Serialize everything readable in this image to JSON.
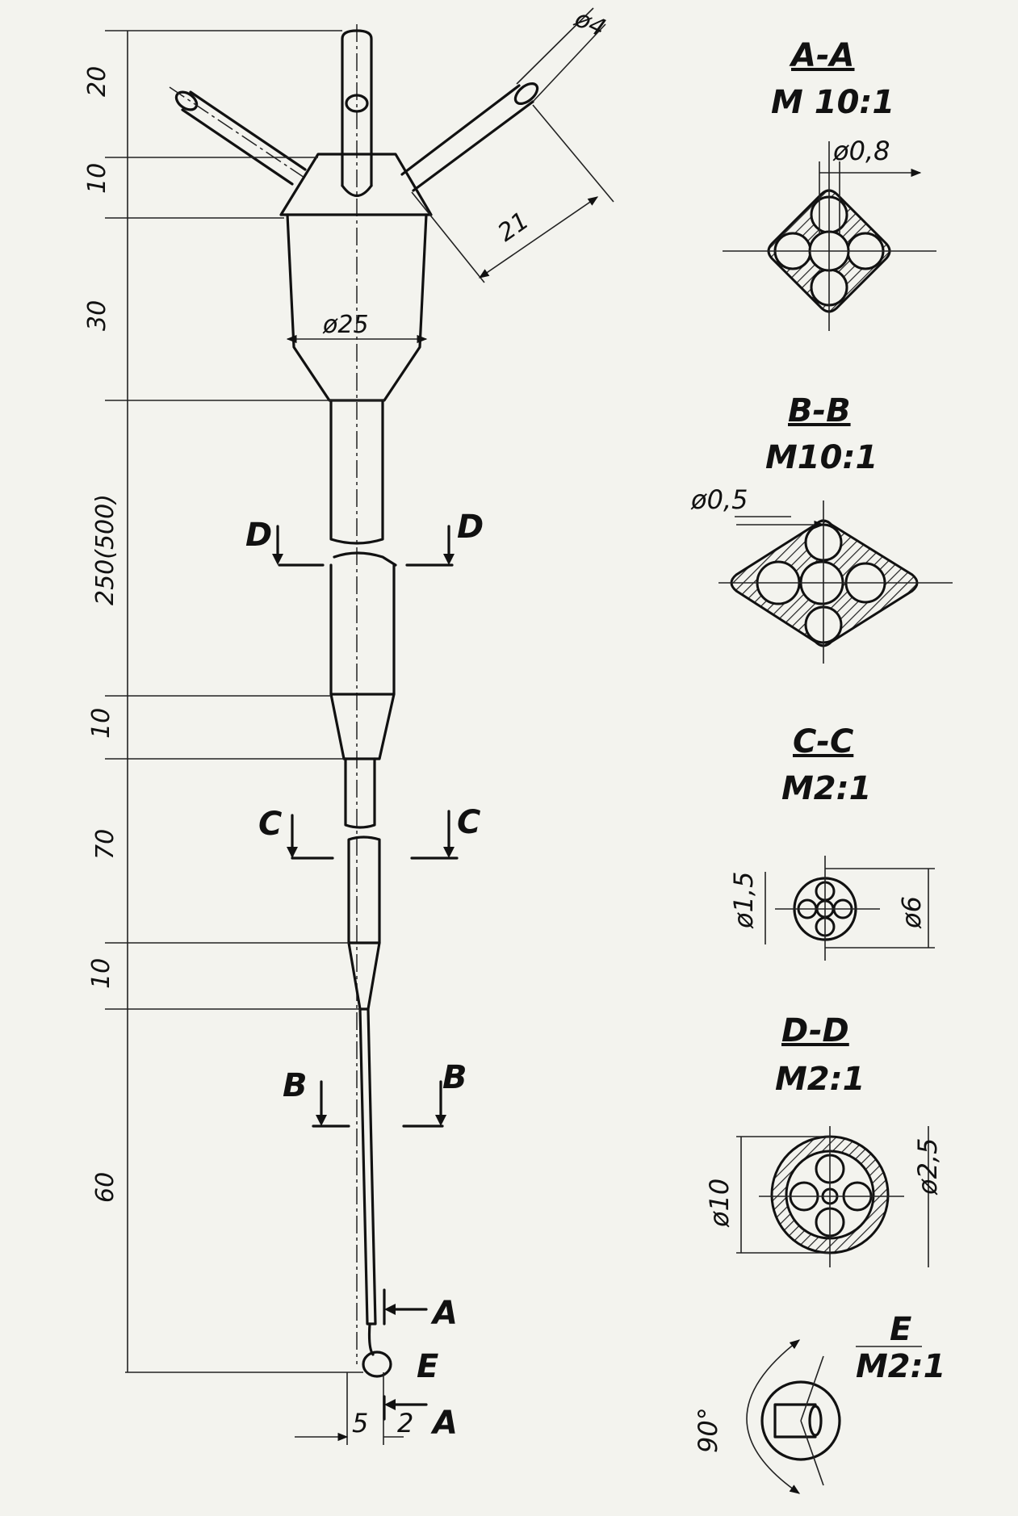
{
  "drawing": {
    "dimensions_left": {
      "d20": "20",
      "d10a": "10",
      "d30": "30",
      "d250": "250(500)",
      "d10b": "10",
      "d70": "70",
      "d10c": "10",
      "d60": "60"
    },
    "dim_top_diameter": "ø4",
    "dim_branch_length": "21",
    "dim_body_diameter": "ø25",
    "dim_bottom": {
      "d5": "5",
      "d2": "2"
    },
    "cut_labels": {
      "D": "D",
      "C": "C",
      "B": "B",
      "A": "A",
      "E": "E"
    },
    "sections": [
      {
        "title": "A-A",
        "scale": "M 10:1",
        "dim": "ø0,8"
      },
      {
        "title": "B-B",
        "scale": "M10:1",
        "dim": "ø0,5"
      },
      {
        "title": "C-C",
        "scale": "M2:1",
        "dim_left": "ø1,5",
        "dim_right": "ø6"
      },
      {
        "title": "D-D",
        "scale": "M2:1",
        "dim_left": "ø10",
        "dim_right": "ø2,5"
      },
      {
        "title": "E",
        "scale": "M2:1",
        "dim": "90°"
      }
    ]
  }
}
